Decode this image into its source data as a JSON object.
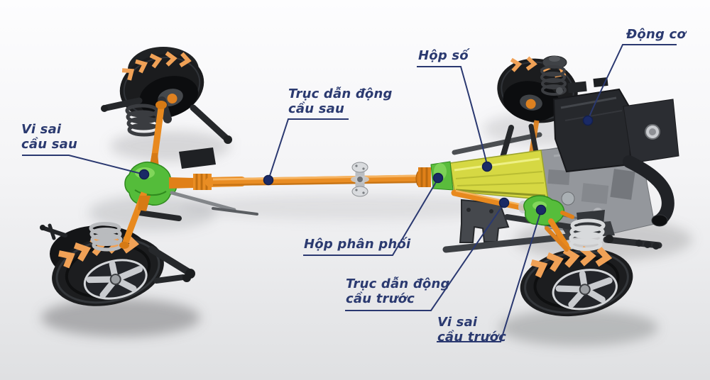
{
  "diagram": {
    "type": "labeled-illustration",
    "subject": "4WD drivetrain layout",
    "labels": [
      {
        "id": "rear-differential",
        "text": "Vi sai\ncầu sau"
      },
      {
        "id": "rear-driveshaft",
        "text": "Trục dẫn động\ncầu sau"
      },
      {
        "id": "gearbox",
        "text": "Hộp số"
      },
      {
        "id": "engine",
        "text": "Động cơ"
      },
      {
        "id": "transfer-case",
        "text": "Hộp phân phối"
      },
      {
        "id": "front-driveshaft",
        "text": "Trục dẫn động\ncầu trước"
      },
      {
        "id": "front-differential",
        "text": "Vi sai\ncầu trước"
      }
    ],
    "colors": {
      "label_text": "#2b3a70",
      "leader_line": "#2a3870",
      "dot": "#1a2a66",
      "shaft_orange": "#e98d24",
      "differential_green": "#55bd3a",
      "gearbox_yellow": "#d6d843",
      "tire_black": "#1b1c1e",
      "chevron_orange": "#f0a156",
      "engine_dark": "#26282c",
      "metal_silver": "#94979c"
    }
  }
}
